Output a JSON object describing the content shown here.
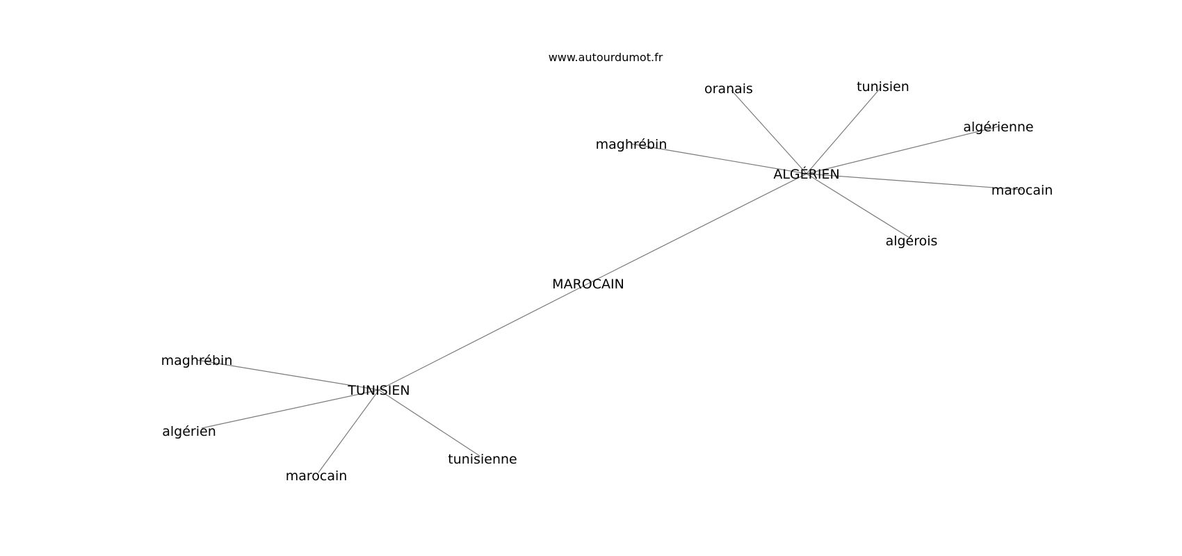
{
  "watermark": "www.autourdumot.fr",
  "graph": {
    "center": {
      "id": "center",
      "label": "MAROCAIN"
    },
    "hubs": [
      {
        "id": "algerien",
        "label": "ALGÉRIEN",
        "leaves": [
          {
            "id": "alg-oranais",
            "label": "oranais"
          },
          {
            "id": "alg-tunisien",
            "label": "tunisien"
          },
          {
            "id": "alg-algerienne",
            "label": "algérienne"
          },
          {
            "id": "alg-maghrebin",
            "label": "maghrébin"
          },
          {
            "id": "alg-marocain",
            "label": "marocain"
          },
          {
            "id": "alg-algerois",
            "label": "algérois"
          }
        ]
      },
      {
        "id": "tunisien",
        "label": "TUNISIEN",
        "leaves": [
          {
            "id": "tun-maghrebin",
            "label": "maghrébin"
          },
          {
            "id": "tun-algerien",
            "label": "algérien"
          },
          {
            "id": "tun-marocain",
            "label": "marocain"
          },
          {
            "id": "tun-tunisienne",
            "label": "tunisienne"
          }
        ]
      }
    ]
  }
}
